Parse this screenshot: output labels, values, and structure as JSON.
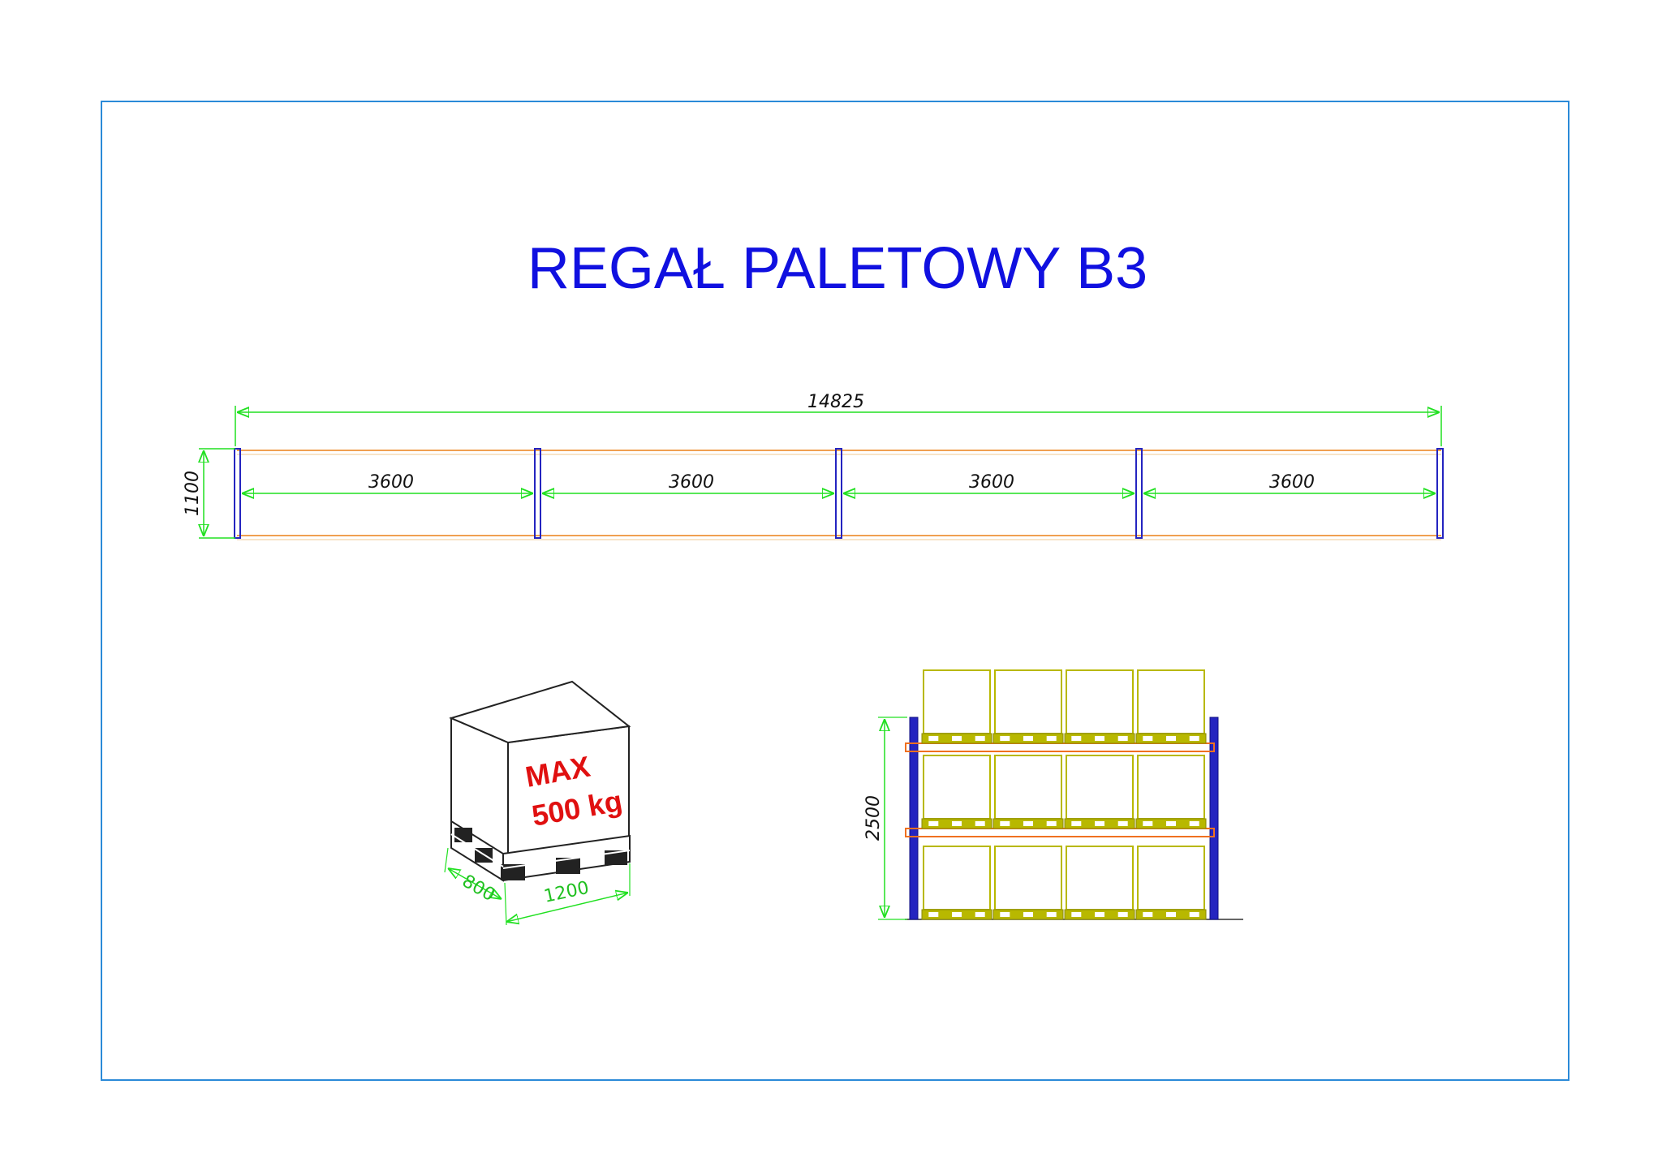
{
  "title": "REGAŁ PALETOWY B3",
  "plan": {
    "total_length": "14825",
    "depth": "1100",
    "bays": [
      "3600",
      "3600",
      "3600",
      "3600"
    ]
  },
  "pallet": {
    "max_line1": "MAX",
    "max_line2": "500 kg",
    "width": "800",
    "length": "1200"
  },
  "elevation": {
    "height": "2500",
    "levels": 3,
    "pallets_per_level": 4
  },
  "colors": {
    "frame": "#2b8ad8",
    "title": "#1010e0",
    "dimension": "#20e020",
    "upright": "#2424c0",
    "beam": "#f07020",
    "pallet": "#b8b800",
    "max_label": "#e01010"
  }
}
